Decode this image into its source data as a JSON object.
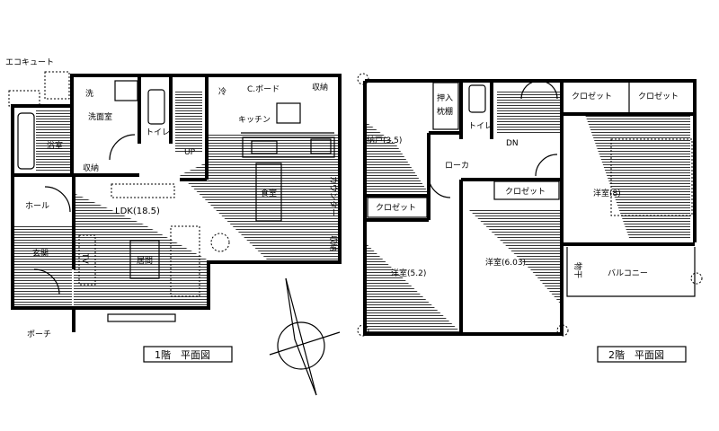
{
  "floor1": {
    "title": "1階　平面図",
    "labels": {
      "ecocute": "エコキュート",
      "washer": "洗",
      "washroom": "洗面室",
      "bath": "浴室",
      "storage_bath": "収納",
      "toilet": "トイレ",
      "up": "UP",
      "fridge": "冷",
      "cupboard": "C.ボード",
      "storage_kitchen": "収納",
      "kitchen": "キッチン",
      "dining": "食室",
      "counter": "カウンター",
      "storage_ldk": "収納",
      "hall": "ホール",
      "ldk": "LDK(18.5)",
      "entrance": "玄関",
      "tv": "TV",
      "living": "居間",
      "porch": "ポーチ"
    }
  },
  "floor2": {
    "title": "2階　平面図",
    "labels": {
      "storeroom": "納戸(3.5)",
      "oshiire": "押入",
      "oshiire2": "枕棚",
      "toilet": "トイレ",
      "dn": "DN",
      "closet_a": "クロゼット",
      "closet_b": "クロゼット",
      "corridor": "ローカ",
      "closet_mid": "クロゼット",
      "closet_left": "クロゼット",
      "bedroom8": "洋室(8)",
      "bedroom52": "洋室(5.2)",
      "bedroom603": "洋室(6.03)",
      "drying": "物干",
      "balcony": "バルコニー"
    }
  }
}
